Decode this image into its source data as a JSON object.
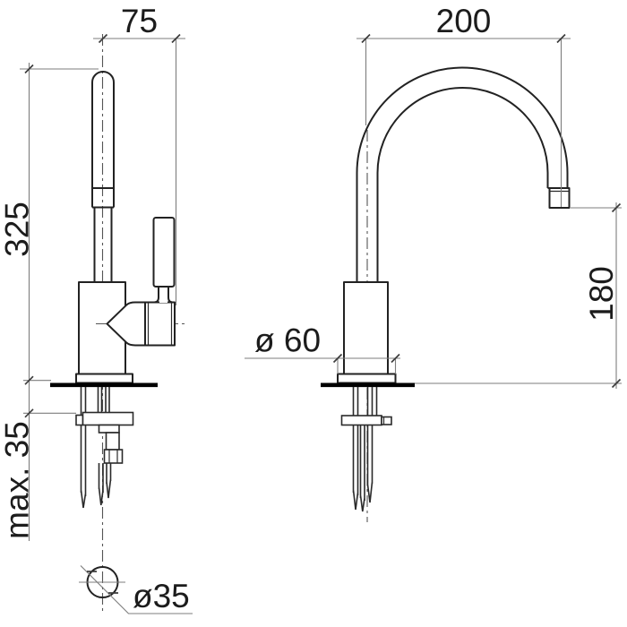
{
  "dimensions": {
    "handle_offset": "75",
    "total_height": "325",
    "max_mounting_thickness": "max. 35",
    "hole_diameter": "ø35",
    "spout_reach": "200",
    "spout_height": "180",
    "base_diameter": "ø 60"
  },
  "colors": {
    "object_line": "#222222",
    "dimension_line": "#7d7d7d",
    "centerline": "#555555",
    "deck_line": "#000000",
    "text": "#1c1c1c",
    "background": "#ffffff"
  }
}
